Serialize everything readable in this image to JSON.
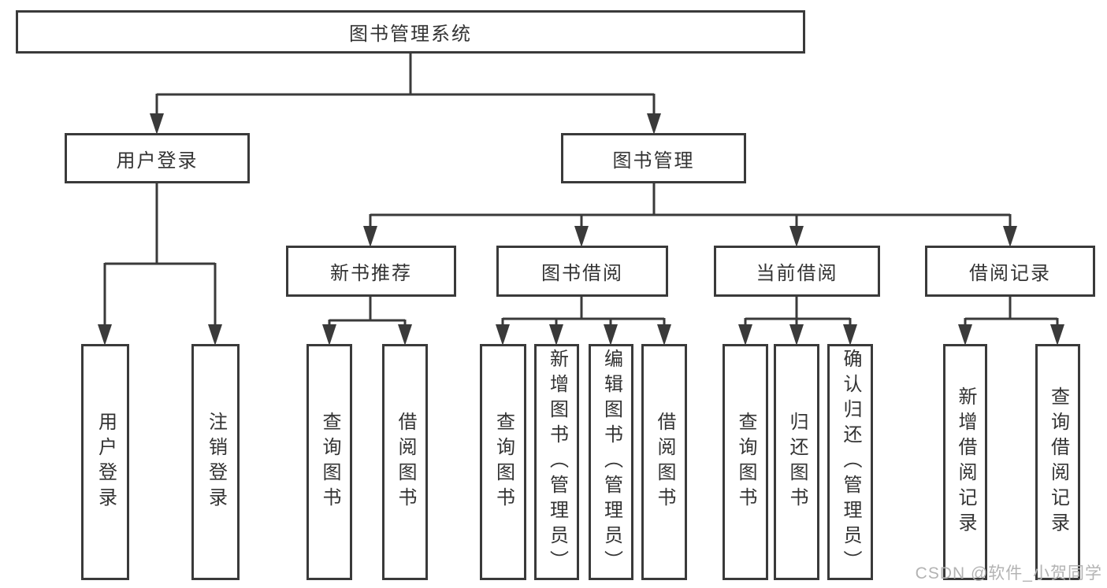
{
  "diagram": {
    "type": "tree",
    "root": {
      "label": "图书管理系统"
    },
    "level2": [
      {
        "label": "用户登录",
        "parent": "图书管理系统"
      },
      {
        "label": "图书管理",
        "parent": "图书管理系统"
      }
    ],
    "level3": [
      {
        "label": "新书推荐",
        "parent": "图书管理"
      },
      {
        "label": "图书借阅",
        "parent": "图书管理"
      },
      {
        "label": "当前借阅",
        "parent": "图书管理"
      },
      {
        "label": "借阅记录",
        "parent": "图书管理"
      }
    ],
    "leaves": [
      {
        "label": "用户登录",
        "parent": "用户登录"
      },
      {
        "label": "注销登录",
        "parent": "用户登录"
      },
      {
        "label": "查询图书",
        "parent": "新书推荐"
      },
      {
        "label": "借阅图书",
        "parent": "新书推荐"
      },
      {
        "label": "查询图书",
        "parent": "图书借阅"
      },
      {
        "label": "新增图书（管理员）",
        "parent": "图书借阅"
      },
      {
        "label": "编辑图书（管理员）",
        "parent": "图书借阅"
      },
      {
        "label": "借阅图书",
        "parent": "图书借阅"
      },
      {
        "label": "查询图书",
        "parent": "当前借阅"
      },
      {
        "label": "归还图书",
        "parent": "当前借阅"
      },
      {
        "label": "确认归还（管理员）",
        "parent": "当前借阅"
      },
      {
        "label": "新增借阅记录",
        "parent": "借阅记录"
      },
      {
        "label": "查询借阅记录",
        "parent": "借阅记录"
      }
    ]
  },
  "watermark": {
    "text": "CSDN @软件_小贺同学"
  },
  "colors": {
    "line": "#3a3a3a",
    "text": "#333333",
    "watermark": "#b3b3b3",
    "background": "#ffffff"
  }
}
